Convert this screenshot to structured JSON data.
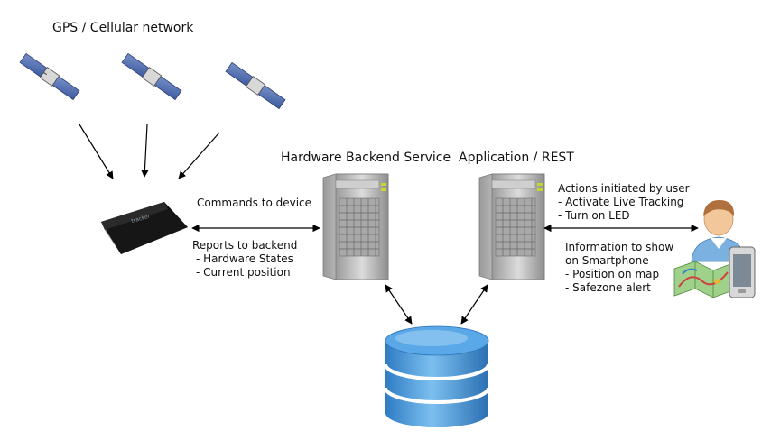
{
  "labels": {
    "gps_network": "GPS / Cellular network",
    "hardware_backend": "Hardware Backend Service",
    "application_rest": "Application / REST",
    "commands": "Commands to device",
    "reports_title": "Reports to backend",
    "reports_items": [
      "- Hardware States",
      "- Current position"
    ],
    "actions_title": "Actions initiated by user",
    "actions_items": [
      "- Activate Live Tracking",
      "- Turn on LED"
    ],
    "info_title_1": "Information to show",
    "info_title_2": "on Smartphone",
    "info_items": [
      "- Position on map",
      "- Safezone alert"
    ]
  },
  "colors": {
    "satellite_panel": "#4f6fb0",
    "server_body": "#b8b8b8",
    "database": "#3d8fd6",
    "tracker": "#1a1a1a",
    "server_led": "#c7d62e"
  },
  "icons": [
    "satellite-icon",
    "tracker-device-icon",
    "server-icon",
    "database-icon",
    "user-icon",
    "map-icon",
    "smartphone-icon"
  ]
}
